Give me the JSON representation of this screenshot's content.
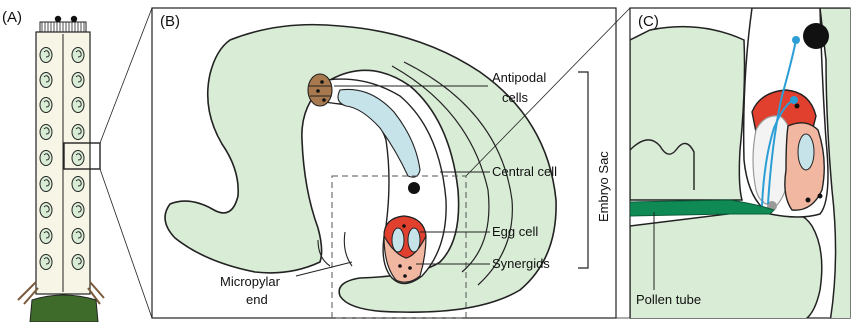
{
  "panels": {
    "a": {
      "label": "(A)"
    },
    "b": {
      "label": "(B)"
    },
    "c": {
      "label": "(C)"
    }
  },
  "labels": {
    "antipodal_1": "Antipodal",
    "antipodal_2": "cells",
    "central_cell": "Central cell",
    "egg_cell": "Egg cell",
    "synergids": "Synergids",
    "embryo_sac": "Embryo Sac",
    "micropylar_1": "Micropylar",
    "micropylar_2": "end",
    "pollen_tube": "Pollen tube"
  },
  "colors": {
    "tissue": "#d9ecd6",
    "pistil": "#f7f5e6",
    "central_vacuole": "#c6e3ea",
    "antipodal": "#a8794e",
    "egg": "#e1402f",
    "synergid": "#f1b7a0",
    "pollen_tube": "#0f8a55",
    "pollen_line": "#2b9ed6",
    "stigma_base": "#3f6b2a"
  }
}
